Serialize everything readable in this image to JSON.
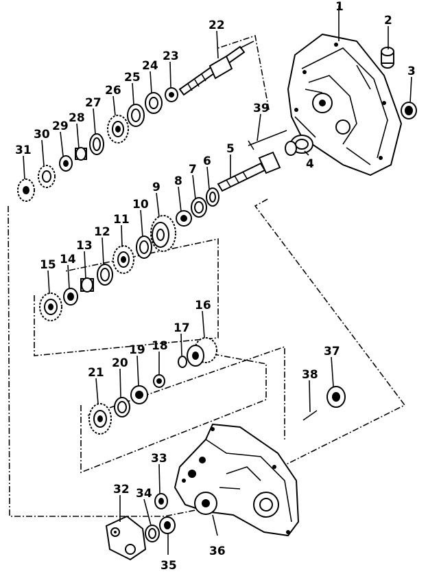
{
  "diagram": {
    "labels": [
      "1",
      "2",
      "3",
      "4",
      "5",
      "6",
      "7",
      "8",
      "9",
      "10",
      "11",
      "12",
      "13",
      "14",
      "15",
      "16",
      "17",
      "18",
      "19",
      "20",
      "21",
      "22",
      "23",
      "24",
      "25",
      "26",
      "27",
      "28",
      "29",
      "30",
      "31",
      "32",
      "33",
      "34",
      "35",
      "36",
      "37",
      "38",
      "39"
    ]
  }
}
